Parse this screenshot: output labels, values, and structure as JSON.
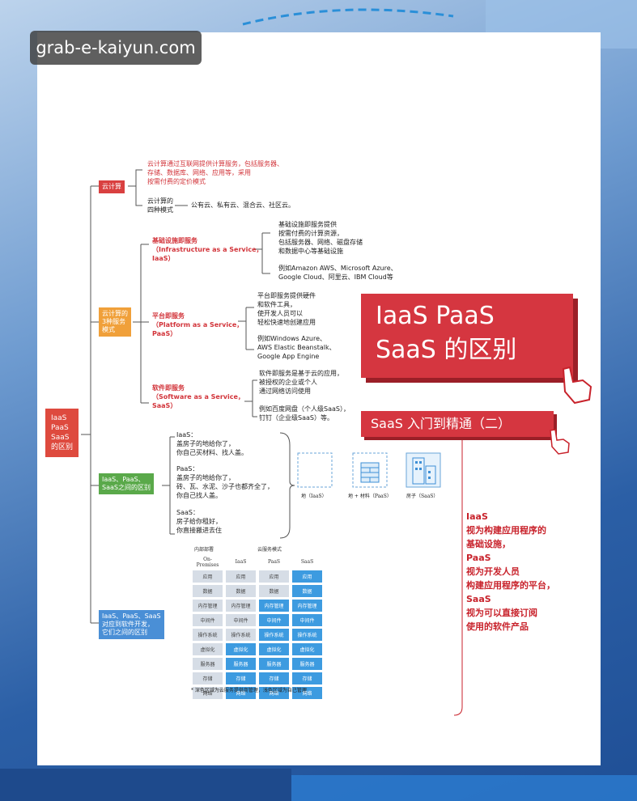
{
  "watermark": "grab-e-kaiyun.com",
  "root": "IaaS\nPaaS\nSaaS\n的区别",
  "branch1": {
    "label": "云计算",
    "def": "云计算通过互联网提供计算服务，包括服务器、\n存储、数据库、网络、应用等，采用\n按需付费的定价模式",
    "models_label": "云计算的\n四种模式",
    "models_value": "公有云、私有云、混合云、社区云。"
  },
  "branch2": {
    "label": "云计算的\n3种服务\n模式",
    "iaas_title": "基础设施即服务\n（Infrastructure as a Service，\nIaaS）",
    "iaas_desc": "基础设施即服务提供\n按需付费的计算资源，\n包括服务器、网络、磁盘存储\n和数据中心等基础设施",
    "iaas_example": "例如Amazon AWS、Microsoft Azure、\nGoogle Cloud、阿里云、IBM Cloud等",
    "paas_title": "平台即服务\n（Platform as a Service，\nPaaS）",
    "paas_desc": "平台即服务提供硬件\n和软件工具，\n使开发人员可以\n轻松快速地创建应用",
    "paas_example": "例如Windows Azure、\nAWS Elastic Beanstalk、\nGoogle App Engine",
    "saas_title": "软件即服务\n（Software as a Service，\nSaaS）",
    "saas_desc": "软件即服务是基于云的应用，\n被授权的企业或个人\n通过网络访问使用",
    "saas_example": "例如百度网盘（个人级SaaS），\n钉钉（企业级SaaS）等。"
  },
  "branch3": {
    "label": "IaaS、PaaS、\nSaaS之间的区别",
    "iaas": "IaaS：\n盖房子的地给你了，\n你自己买材料、找人盖。",
    "paas": "PaaS：\n盖房子的地给你了，\n砖、瓦、水泥、沙子也都齐全了，\n你自己找人盖。",
    "saas": "SaaS：\n房子给你租好，\n你直接搬进去住",
    "icon_labels": [
      "地（IaaS）",
      "地 + 材料（PaaS）",
      "房子（SaaS）"
    ]
  },
  "branch4": {
    "label": "IaaS、PaaS、SaaS\n对应到软件开发，\n它们之间的区别",
    "group_left": "内部部署",
    "group_right": "云服务模式",
    "columns": [
      "On-Premises",
      "IaaS",
      "PaaS",
      "SaaS"
    ],
    "rows": [
      "应用",
      "数据",
      "内存管理",
      "中间件",
      "操作系统",
      "虚拟化",
      "服务器",
      "存储",
      "网络"
    ],
    "footnote": "* 深色区域为云服务提供商管理，浅色区域为自己管理"
  },
  "title_line1": "IaaS PaaS",
  "title_line2": "SaaS 的区别",
  "subtitle": "SaaS 入门到精通（二）",
  "red_note": "IaaS\n视为构建应用程序的\n基础设施，\nPaaS\n视为开发人员\n构建应用程序的平台，\nSaaS\n视为可以直接订阅\n使用的软件产品",
  "colors": {
    "accent_red": "#d53640",
    "orange": "#f0a03a",
    "green": "#5aa94a",
    "blue": "#4a8fd6",
    "cell_managed": "#3d9be0",
    "cell_self": "#d6dde6"
  }
}
